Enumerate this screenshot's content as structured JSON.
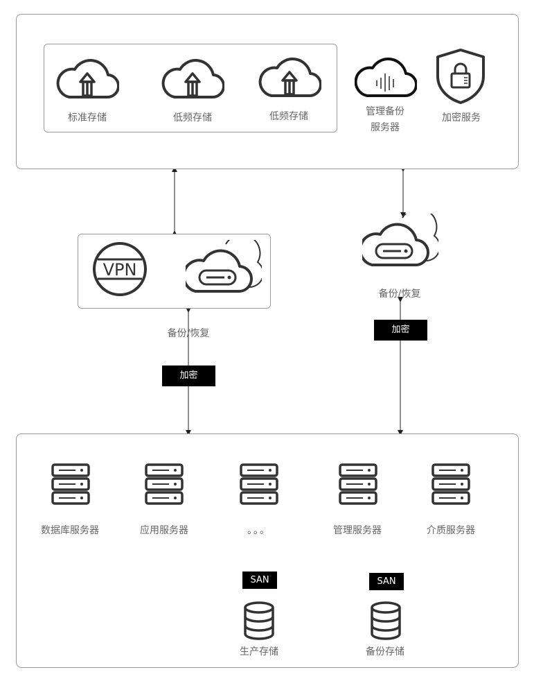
{
  "cloud_storage": {
    "items": [
      {
        "label": "标准存储",
        "icon": "cloud-upload-icon"
      },
      {
        "label": "低频存储",
        "icon": "cloud-upload-icon"
      },
      {
        "label": "低频存储",
        "icon": "cloud-upload-icon"
      }
    ],
    "backup_server": {
      "label_line1": "管理备份",
      "label_line2": "服务器",
      "icon": "audio-cloud-icon"
    },
    "encryption": {
      "label": "加密服务",
      "icon": "shield-lock-icon"
    }
  },
  "gateway": {
    "vpn_text": "VPN",
    "vpn_icon": "vpn-icon",
    "cloud_gateway_icon": "cloud-gateway-icon",
    "backup_restore_label": "备份/恢复",
    "encrypt_tag": "加密"
  },
  "direct_link": {
    "backup_restore_label": "备份/恢复",
    "encrypt_tag": "加密",
    "icon": "cloud-gateway-icon"
  },
  "datacenter": {
    "servers": [
      {
        "label": "数据库服务器",
        "icon": "server-rack-icon"
      },
      {
        "label": "应用服务器",
        "icon": "server-rack-icon"
      },
      {
        "label": "。。。",
        "icon": "server-rack-icon"
      },
      {
        "label": "管理服务器",
        "icon": "server-rack-icon"
      },
      {
        "label": "介质服务器",
        "icon": "server-rack-icon"
      }
    ],
    "storage": [
      {
        "label": "生产存储",
        "tag": "SAN",
        "icon": "database-icon"
      },
      {
        "label": "备份存储",
        "tag": "SAN",
        "icon": "database-icon"
      }
    ]
  },
  "colors": {
    "stroke": "#333333",
    "label": "#666666",
    "border": "#9a9a9a",
    "tag_bg": "#000000"
  }
}
